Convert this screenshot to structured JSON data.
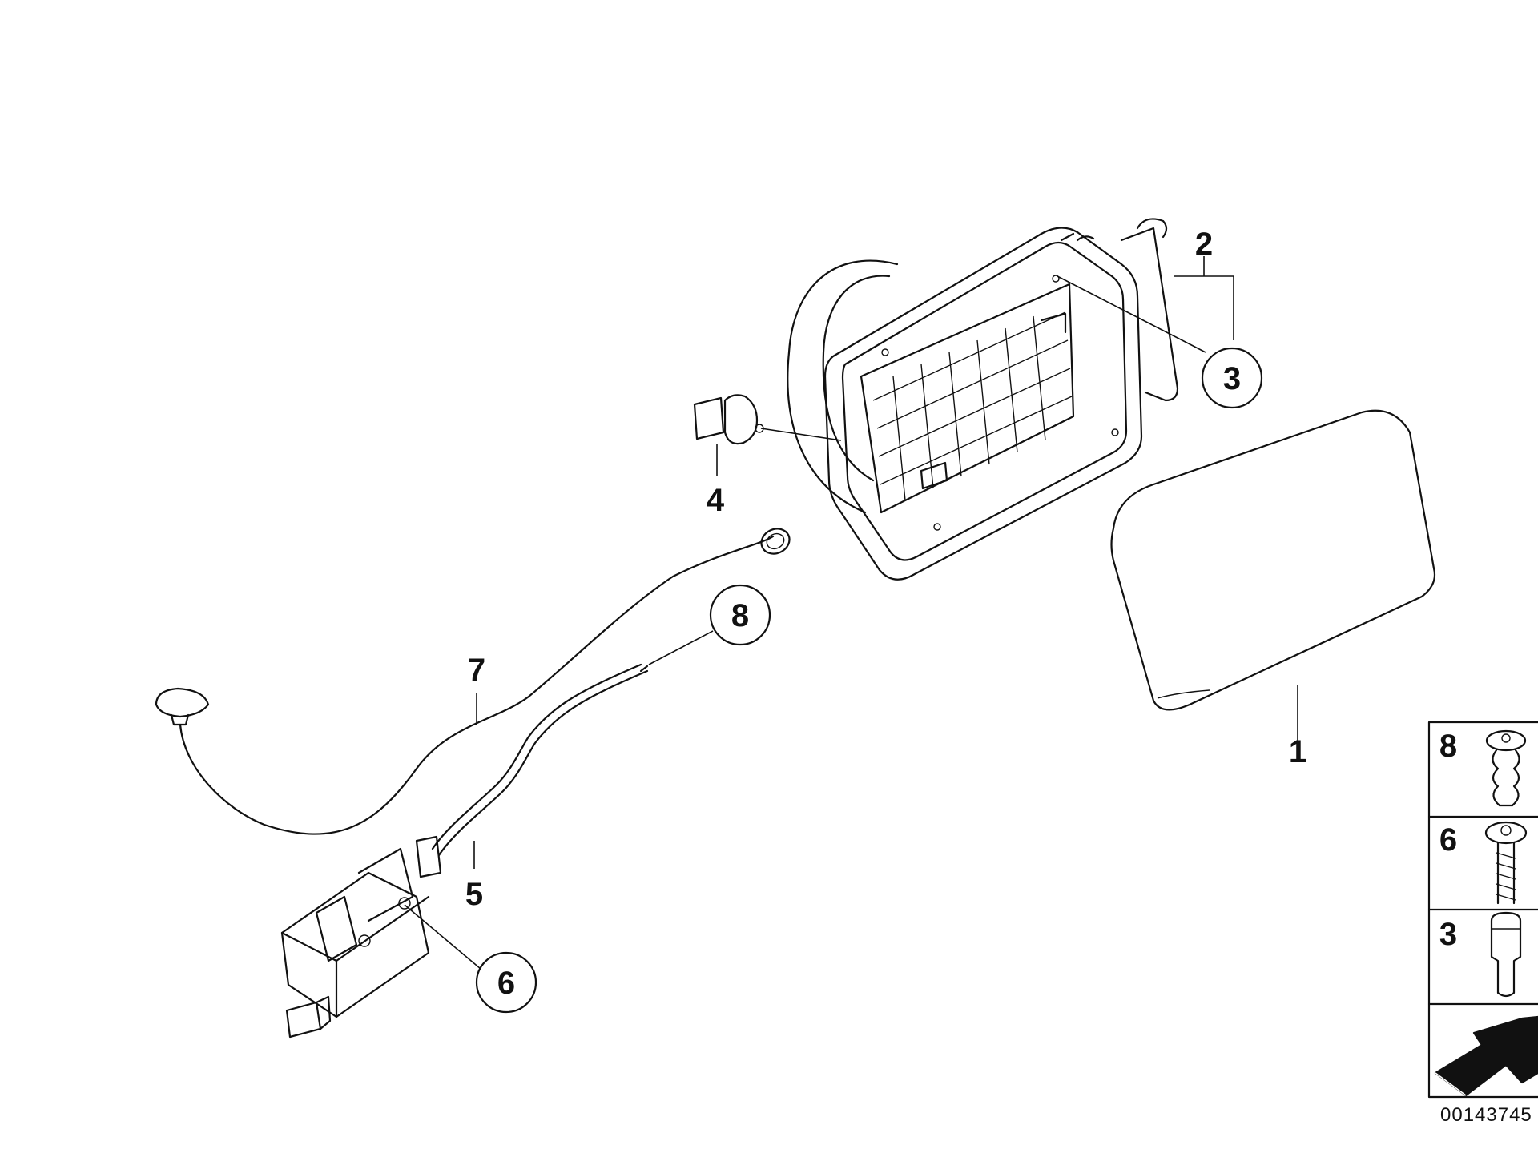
{
  "callouts": {
    "c1": "1",
    "c2": "2",
    "c3": "3",
    "c4": "4",
    "c5": "5",
    "c6": "6",
    "c7": "7",
    "c8": "8"
  },
  "legend": {
    "row1": "8",
    "row2": "6",
    "row3": "3"
  },
  "document_number": "00143745"
}
